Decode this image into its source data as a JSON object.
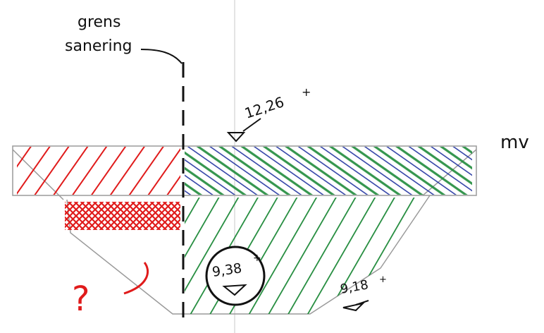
{
  "labels": {
    "grens_line1": "grens",
    "grens_line2": "sanering",
    "surface_level": "12,26",
    "surface_level_sign": "+",
    "mv": "mv",
    "circle_level": "9,38",
    "circle_level_sign": "+",
    "bottom_level": "9,18",
    "bottom_level_sign": "+",
    "question_mark": "?"
  },
  "colors": {
    "red_hatch": "#e01b1b",
    "green_hatch": "#1f8a3a",
    "blue_hatch": "#1d2f9e",
    "outline": "#9a9a9a",
    "ink": "#111111"
  }
}
